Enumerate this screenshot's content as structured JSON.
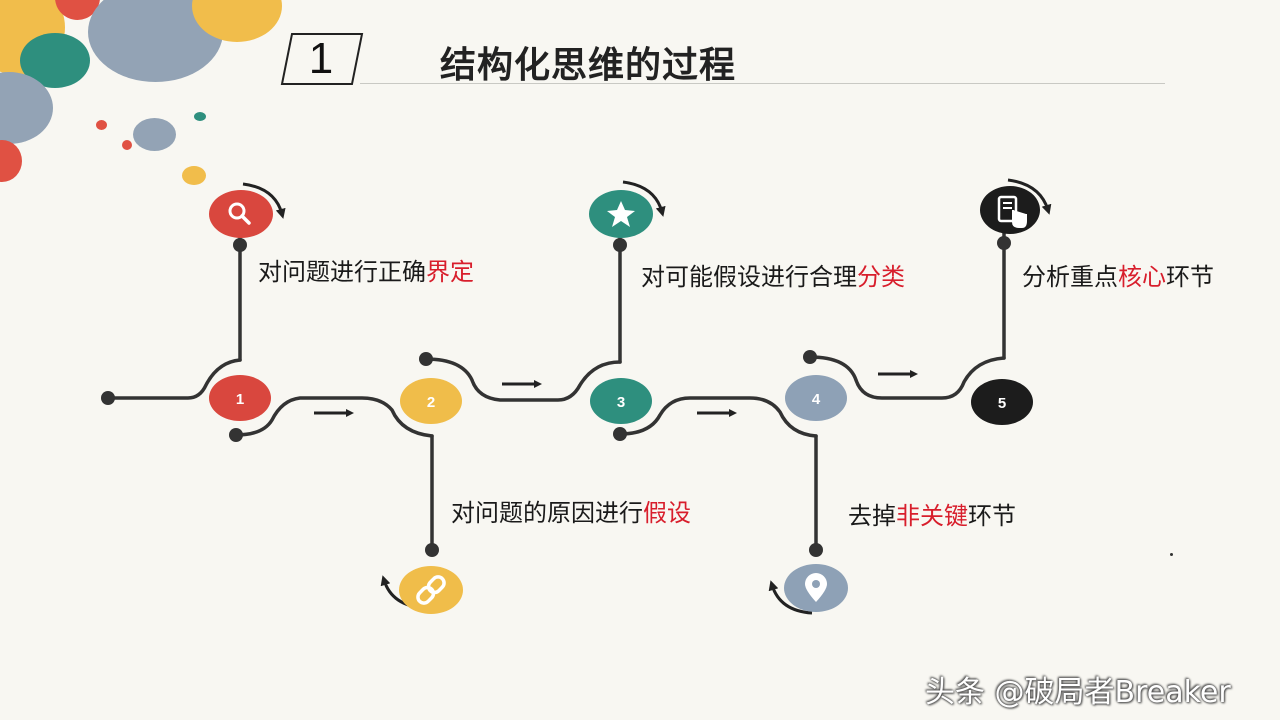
{
  "title": {
    "number": "1",
    "text": "结构化思维的过程"
  },
  "colors": {
    "red": "#d9473e",
    "yellow": "#f0bd4a",
    "teal": "#2e8f7e",
    "gray": "#8ea1b6",
    "black": "#1c1c1c",
    "line": "#333333",
    "highlight": "#d81e2c"
  },
  "steps": [
    {
      "number": "1",
      "icon": "search-icon",
      "label_pre": "对问题进行正确",
      "label_hl": "界定",
      "label_post": ""
    },
    {
      "number": "2",
      "icon": "link-icon",
      "label_pre": "对问题的原因进行",
      "label_hl": "假设",
      "label_post": ""
    },
    {
      "number": "3",
      "icon": "star-icon",
      "label_pre": "对可能假设进行合理",
      "label_hl": "分类",
      "label_post": ""
    },
    {
      "number": "4",
      "icon": "location-pin-icon",
      "label_pre": "去掉",
      "label_hl": "非关键",
      "label_post": "环节"
    },
    {
      "number": "5",
      "icon": "tap-document-icon",
      "label_pre": "分析重点",
      "label_hl": "核心",
      "label_post": "环节"
    }
  ],
  "watermark": "头条 @破局者Breaker"
}
